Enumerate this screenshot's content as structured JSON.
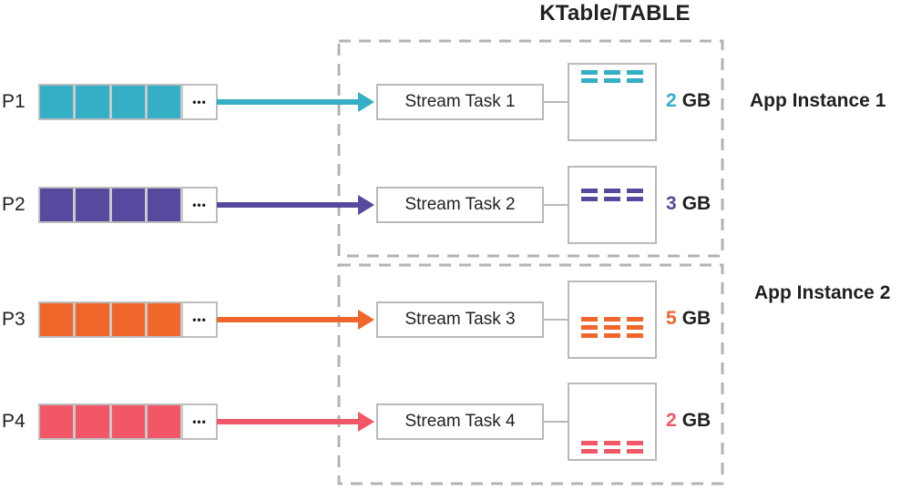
{
  "title": "KTable/TABLE",
  "ellipsis": "•••",
  "instances": [
    {
      "label": "App Instance 1",
      "tasks": [
        "Stream Task 1",
        "Stream Task 2"
      ]
    },
    {
      "label": "App Instance 2",
      "tasks": [
        "Stream Task 3",
        "Stream Task 4"
      ]
    }
  ],
  "colors": {
    "teal": "#35afc5",
    "purple": "#57499d",
    "orange": "#f0662b",
    "pink": "#f25767",
    "box_border": "#b9b9b9",
    "dashed_border": "#b3b3b3",
    "text": "#231f20"
  },
  "rows": [
    {
      "partition_label": "P1",
      "task_label": "Stream Task 1",
      "size_value": "2",
      "size_unit": "GB",
      "color": "#35afc5",
      "stripe_rows": 2,
      "stripe_position": "top"
    },
    {
      "partition_label": "P2",
      "task_label": "Stream Task 2",
      "size_value": "3",
      "size_unit": "GB",
      "color": "#57499d",
      "stripe_rows": 2,
      "stripe_position": "upper"
    },
    {
      "partition_label": "P3",
      "task_label": "Stream Task 3",
      "size_value": "5",
      "size_unit": "GB",
      "color": "#f0662b",
      "stripe_rows": 3,
      "stripe_position": "middle"
    },
    {
      "partition_label": "P4",
      "task_label": "Stream Task 4",
      "size_value": "2",
      "size_unit": "GB",
      "color": "#f25767",
      "stripe_rows": 2,
      "stripe_position": "bottom"
    }
  ]
}
